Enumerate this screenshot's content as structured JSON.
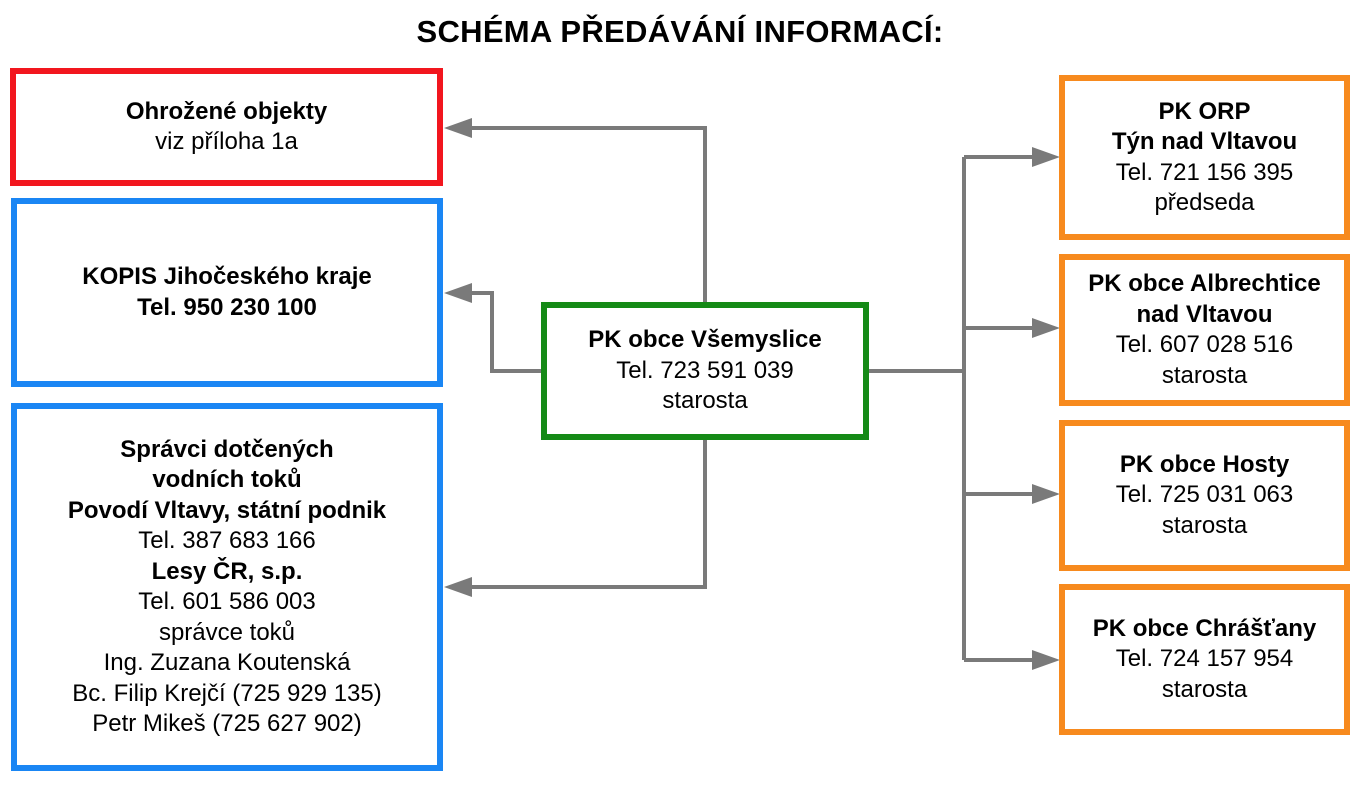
{
  "title": "SCHÉMA PŘEDÁVÁNÍ INFORMACÍ:",
  "colors": {
    "red": "#f2161e",
    "blue": "#1a86f4",
    "green": "#158a16",
    "orange": "#f78a1e",
    "connector": "#7a7a7a"
  },
  "center": {
    "name": "PK obce Všemyslice",
    "tel": "Tel. 723 591 039",
    "role": "starosta"
  },
  "left": {
    "threatened": {
      "heading": "Ohrožené objekty",
      "note": "viz příloha 1a"
    },
    "kopis": {
      "name": "KOPIS Jihočeského kraje",
      "tel": "Tel. 950 230 100"
    },
    "water": {
      "heading_1": "Správci dotčených",
      "heading_2": "vodních toků",
      "org_1": "Povodí Vltavy, státní podnik",
      "org_1_tel": "Tel. 387 683 166",
      "org_2": "Lesy ČR, s.p.",
      "org_2_tel": "Tel. 601 586 003",
      "role": "správce toků",
      "person_1": "Ing. Zuzana Koutenská",
      "person_2": "Bc. Filip Krejčí (725 929 135)",
      "person_3": "Petr Mikeš (725 627 902)"
    }
  },
  "right": {
    "orp": {
      "name_1": "PK ORP",
      "name_2": "Týn nad Vltavou",
      "tel": "Tel. 721 156 395",
      "role": "předseda"
    },
    "albrechtice": {
      "name_1": "PK obce Albrechtice",
      "name_2": "nad Vltavou",
      "tel": "Tel. 607 028 516",
      "role": "starosta"
    },
    "hosty": {
      "name": "PK obce Hosty",
      "tel": "Tel. 725 031 063",
      "role": "starosta"
    },
    "chrastany": {
      "name": "PK obce Chrášťany",
      "tel": "Tel. 724 157 954",
      "role": "starosta"
    }
  }
}
